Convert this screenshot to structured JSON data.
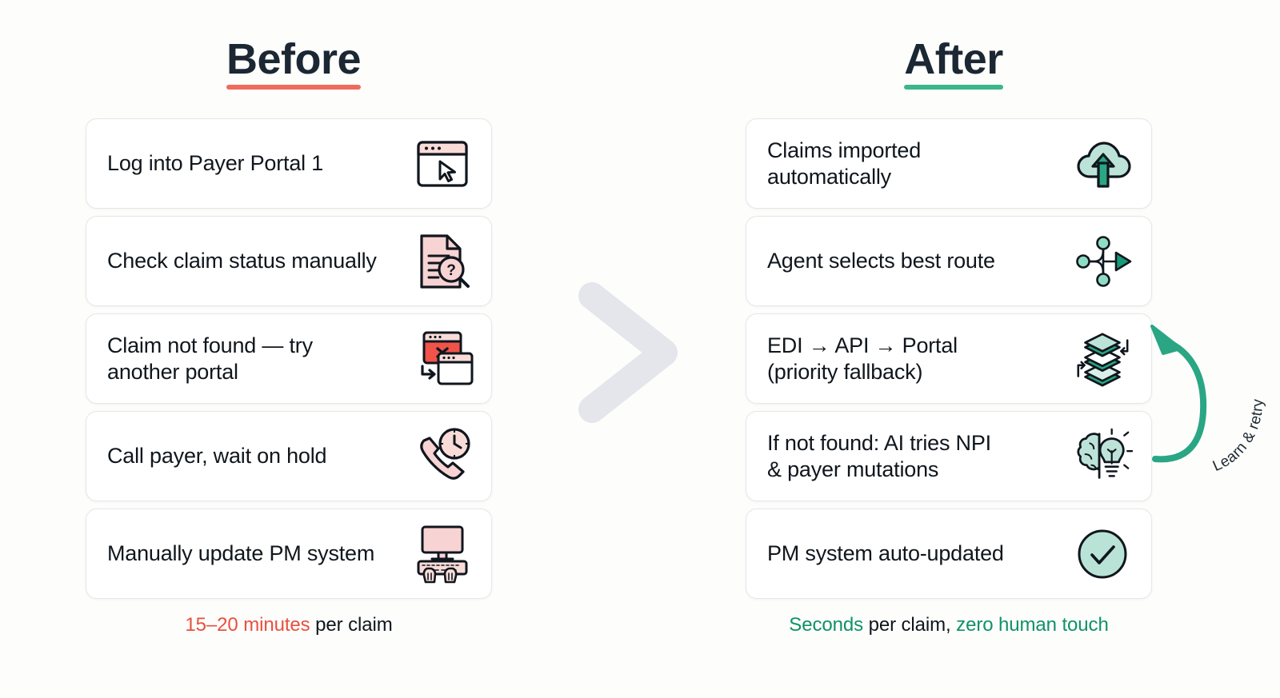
{
  "background_color": "#fdfdfb",
  "colors": {
    "heading_text": "#1b2733",
    "before_accent": "#ef6b5e",
    "after_accent": "#3cb68c",
    "card_bg": "#ffffff",
    "card_border": "#e6e7ea",
    "body_text": "#10161d",
    "before_footer_accent": "#e8503f",
    "after_footer_accent": "#10916a",
    "pink_fill": "#f7d3d3",
    "red_fill": "#f0534a",
    "mint_fill": "#b9e3d6",
    "green_stroke": "#1f9b74",
    "chevron_gray": "#e4e6eb"
  },
  "before": {
    "heading": "Before",
    "cards": [
      {
        "label": "Log into Payer Portal 1",
        "icon": "browser-window-cursor-icon"
      },
      {
        "label": "Check claim status manually",
        "icon": "document-search-question-icon"
      },
      {
        "label": "Claim not found — try\nanother portal",
        "icon": "failed-window-retry-icon"
      },
      {
        "label": "Call payer, wait on hold",
        "icon": "phone-clock-hold-icon"
      },
      {
        "label": "Manually update PM system",
        "icon": "monitor-keyboard-hands-icon"
      }
    ],
    "footer": {
      "accent": "15–20 minutes",
      "rest": " per claim"
    }
  },
  "after": {
    "heading": "After",
    "cards": [
      {
        "label": "Claims imported\nautomatically",
        "icon": "cloud-upload-icon"
      },
      {
        "label": "Agent selects best route",
        "icon": "route-nodes-arrow-icon"
      },
      {
        "label": "EDI → API → Portal\n(priority fallback)",
        "icon": "stacked-layers-retry-icon"
      },
      {
        "label": "If not found: AI tries NPI\n& payer mutations",
        "icon": "brain-lightbulb-icon"
      },
      {
        "label": "PM system auto-updated",
        "icon": "check-circle-icon"
      }
    ],
    "footer": {
      "accent1": "Seconds",
      "middle": " per claim, ",
      "accent2": "zero human touch"
    }
  },
  "center": {
    "icon": "chevron-right-icon"
  },
  "retry_loop": {
    "label": "Learn & retry",
    "icon": "curved-retry-arrow-icon"
  }
}
